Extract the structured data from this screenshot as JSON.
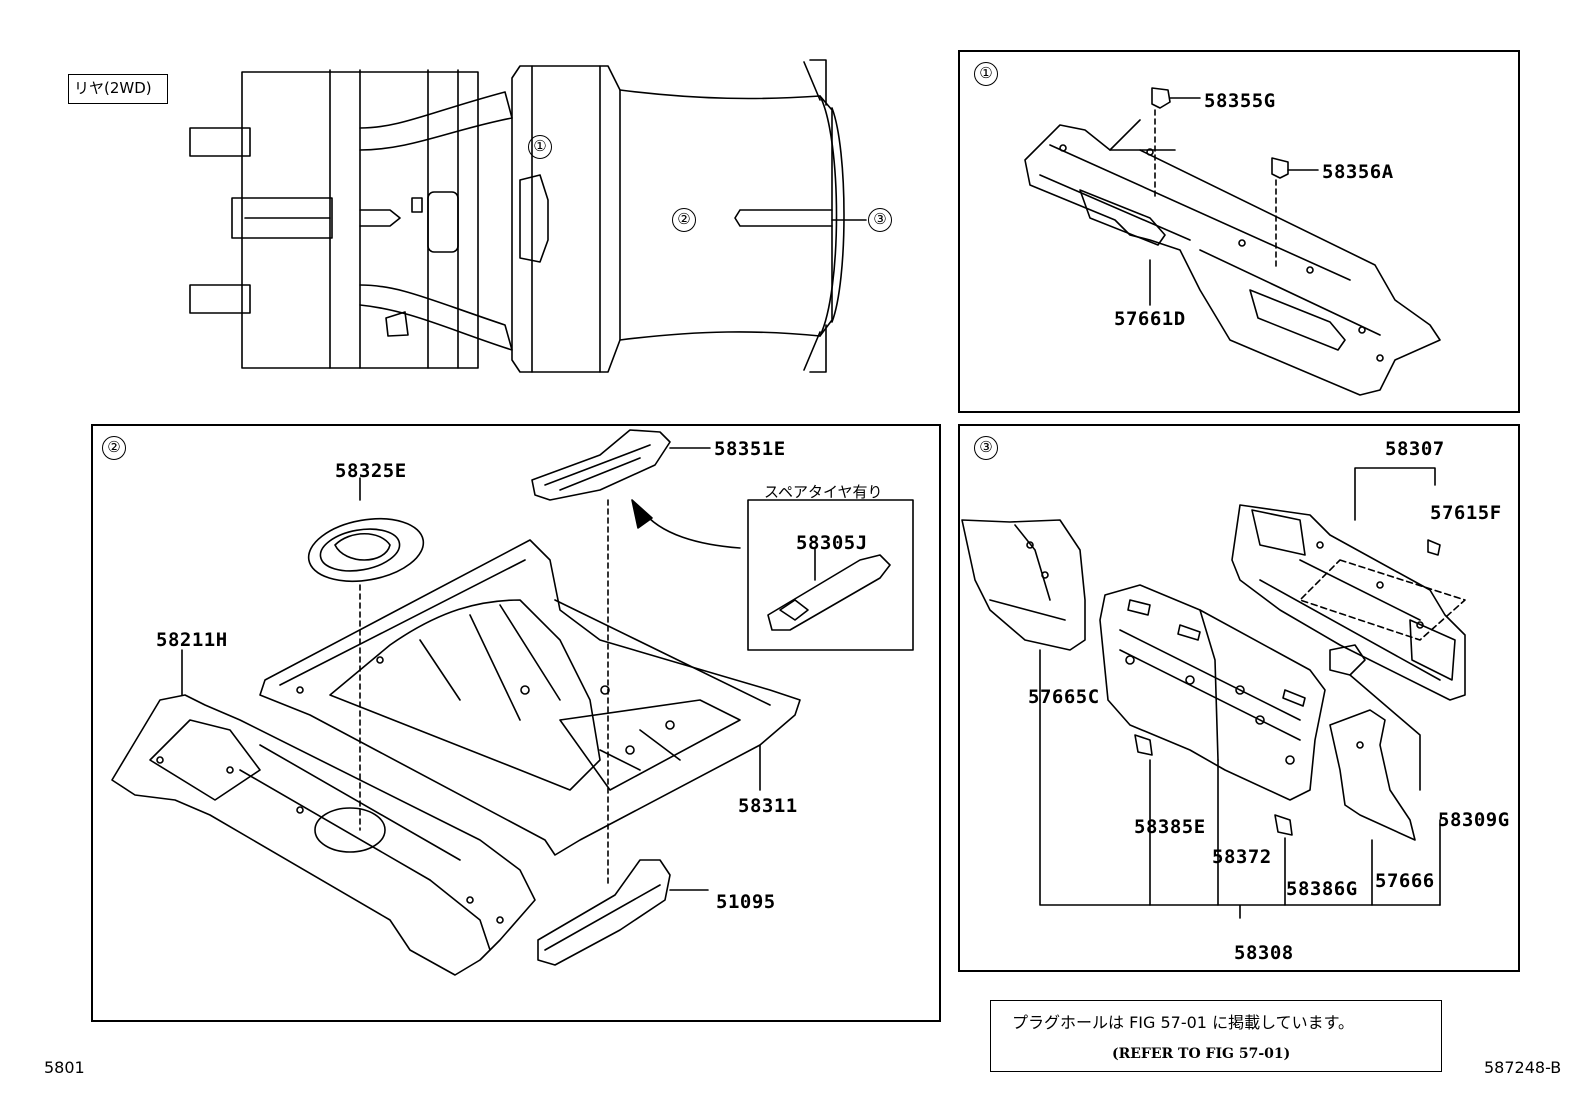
{
  "header_tag": "リヤ(2WD)",
  "circles": {
    "c1": "①",
    "c2": "②",
    "c3": "③"
  },
  "panel1": {
    "parts": {
      "p58355G": "58355G",
      "p58356A": "58356A",
      "p57661D": "57661D"
    }
  },
  "panel2": {
    "parts": {
      "p58325E": "58325E",
      "p58351E": "58351E",
      "p58211H": "58211H",
      "p58311": "58311",
      "p51095": "51095",
      "p58305J": "58305J"
    },
    "spare_tire_note": "スペアタイヤ有り"
  },
  "panel3": {
    "parts": {
      "p58307": "58307",
      "p57615F": "57615F",
      "p57665C": "57665C",
      "p58309G": "58309G",
      "p58385E": "58385E",
      "p58372": "58372",
      "p58386G": "58386G",
      "p57666": "57666",
      "p58308": "58308"
    }
  },
  "note": {
    "line1": "プラグホールは FIG 57-01 に掲載しています。",
    "line2": "(REFER TO FIG 57-01)"
  },
  "footer": {
    "page_code": "5801",
    "drawing_number": "587248-B"
  }
}
